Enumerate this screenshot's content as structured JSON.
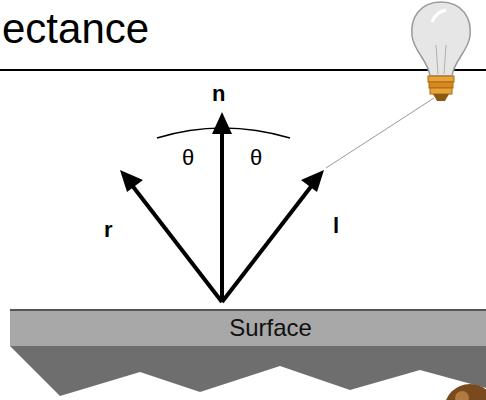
{
  "diagram": {
    "title": "ectance",
    "nodes": [
      {
        "text": [
          "Surface"
        ]
      }
    ],
    "labels": [
      "n",
      "r",
      "l",
      "θ",
      "θ"
    ]
  }
}
